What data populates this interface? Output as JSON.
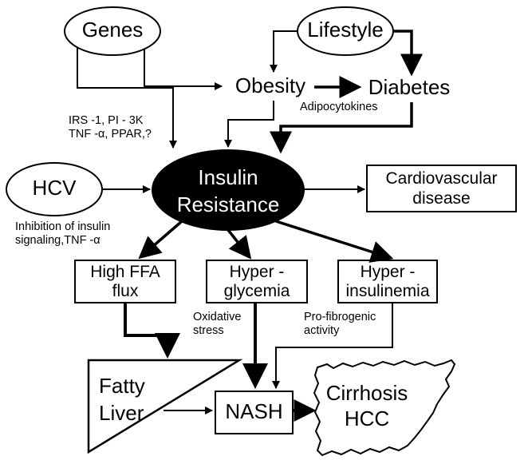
{
  "nodes": {
    "genes": "Genes",
    "lifestyle": "Lifestyle",
    "obesity": "Obesity",
    "diabetes": "Diabetes",
    "hcv": "HCV",
    "insulin_resistance": [
      "Insulin",
      "Resistance"
    ],
    "cardiovascular_disease": [
      "Cardiovascular",
      "disease"
    ],
    "high_ffa_flux": [
      "High FFA",
      "flux"
    ],
    "hyperglycemia": [
      "Hyper -",
      "glycemia"
    ],
    "hyperinsulinemia": [
      "Hyper -",
      "insulinemia"
    ],
    "fatty_liver": [
      "Fatty",
      "Liver"
    ],
    "nash": "NASH",
    "cirrhosis_hcc": [
      "Cirrhosis",
      "HCC"
    ]
  },
  "annotations": {
    "genes_mediators": [
      "IRS -1, PI - 3K",
      "TNF -α, PPAR,?"
    ],
    "adipocytokines": "Adipocytokines",
    "hcv_mechanism": [
      "Inhibition of insulin",
      "signaling,TNF  -α"
    ],
    "oxidative_stress": [
      "Oxidative",
      "stress"
    ],
    "profibrogenic_activity": [
      "Pro-fibrogenic",
      "activity"
    ]
  }
}
